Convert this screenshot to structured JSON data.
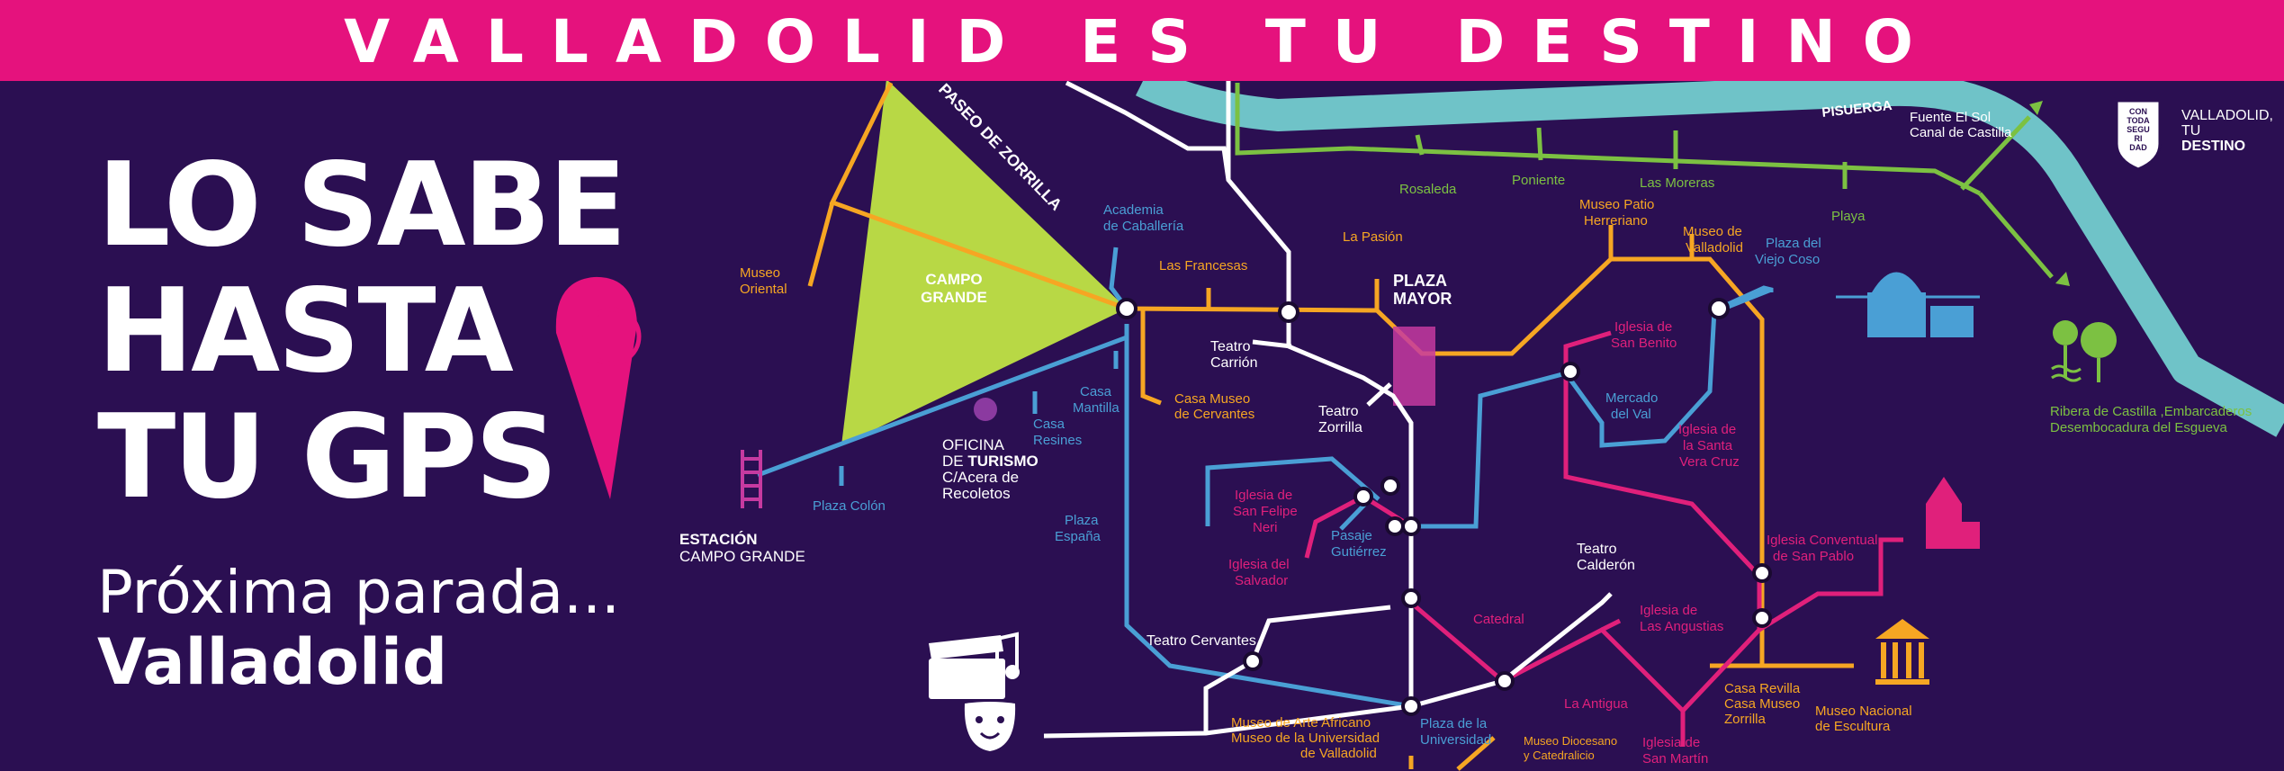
{
  "banner": {
    "title": "VALLADOLID ES TU DESTINO"
  },
  "headline": {
    "line1": "LO SABE",
    "line2": "HASTA",
    "line3": "TU GPS"
  },
  "subtitle": {
    "line1": "Próxima parada...",
    "line2": "Valladolid"
  },
  "logo": {
    "badge": [
      "CON",
      "TODA",
      "SEGU",
      "RI",
      "DAD"
    ],
    "line1": "VALLADOLID,",
    "line2": "TU",
    "line3": "DESTINO"
  },
  "map": {
    "river_label": "PISUERGA",
    "street_label": "PASEO DE ZORRILLA",
    "park_label": [
      "CAMPO",
      "GRANDE"
    ],
    "plaza_mayor": [
      "PLAZA",
      "MAYOR"
    ],
    "tourism_office": {
      "line1": "OFICINA",
      "line2_prefix": "DE",
      "line2_bold": "TURISMO",
      "line3": "C/Acera de",
      "line4": "Recoletos"
    },
    "station": [
      "ESTACIÓN",
      "CAMPO GRANDE"
    ],
    "stops": {
      "museo_oriental": [
        "Museo",
        "Oriental"
      ],
      "academia": [
        "Academia",
        "de Caballería"
      ],
      "las_francesas": [
        "Las Francesas"
      ],
      "la_pasion": [
        "La Pasión"
      ],
      "teatro_carrion": [
        "Teatro",
        "Carrión"
      ],
      "casa_museo_cervantes": [
        "Casa Museo",
        "de Cervantes"
      ],
      "casa_mantilla": [
        "Casa",
        "Mantilla"
      ],
      "casa_resines": [
        "Casa",
        "Resines"
      ],
      "teatro_zorrilla": [
        "Teatro",
        "Zorrilla"
      ],
      "plaza_colon": [
        "Plaza Colón"
      ],
      "plaza_espana": [
        "Plaza",
        "España"
      ],
      "felipe_neri": [
        "Iglesia de",
        "San Felipe",
        "Neri"
      ],
      "salvador": [
        "Iglesia del",
        "Salvador"
      ],
      "pasaje": [
        "Pasaje",
        "Gutiérrez"
      ],
      "teatro_cervantes": [
        "Teatro Cervantes"
      ],
      "museo_africano": [
        "Museo de Arte Africano",
        "Museo de la Universidad",
        "de Valladolid"
      ],
      "plaza_universidad": [
        "Plaza de la",
        "Universidad"
      ],
      "museo_diocesano": [
        "Museo Diocesano",
        "y Catedralicio"
      ],
      "san_martin": [
        "Iglesia de",
        "San Martín"
      ],
      "la_antigua": [
        "La Antigua"
      ],
      "catedral": [
        "Catedral"
      ],
      "teatro_calderon": [
        "Teatro",
        "Calderón"
      ],
      "angustias": [
        "Iglesia de",
        "Las Angustias"
      ],
      "casa_revilla": [
        "Casa Revilla",
        "Casa Museo",
        "Zorrilla"
      ],
      "museo_escultura": [
        "Museo Nacional",
        "de Escultura"
      ],
      "san_pablo": [
        "Iglesia Conventual",
        "de San Pablo"
      ],
      "vera_cruz": [
        "Iglesia de",
        "la Santa",
        "Vera Cruz"
      ],
      "mercado": [
        "Mercado",
        "del Val"
      ],
      "san_benito": [
        "Iglesia de",
        "San Benito"
      ],
      "patio_herreriano": [
        "Museo Patio",
        "Herreriano"
      ],
      "museo_valladolid": [
        "Museo de",
        "Valladolid"
      ],
      "viejo_coso": [
        "Plaza del",
        "Viejo Coso"
      ],
      "rosaleda": [
        "Rosaleda"
      ],
      "poniente": [
        "Poniente"
      ],
      "las_moreras": [
        "Las Moreras"
      ],
      "playa": [
        "Playa"
      ],
      "fuente_el_sol": [
        "Fuente El Sol",
        "Canal de Castilla"
      ],
      "ribera": [
        "Ribera de Castilla ,Embarcaderos",
        "Desembocadura del Esgueva"
      ]
    },
    "colors": {
      "background": "#2b0f52",
      "banner": "#e5127d",
      "river": "#6fc3c8",
      "park": "#b8d845",
      "orange_line": "#f6a623",
      "blue_line": "#4a9fd5",
      "pink_line": "#e0207b",
      "green_line": "#7cc142",
      "white_line": "#ffffff"
    }
  }
}
